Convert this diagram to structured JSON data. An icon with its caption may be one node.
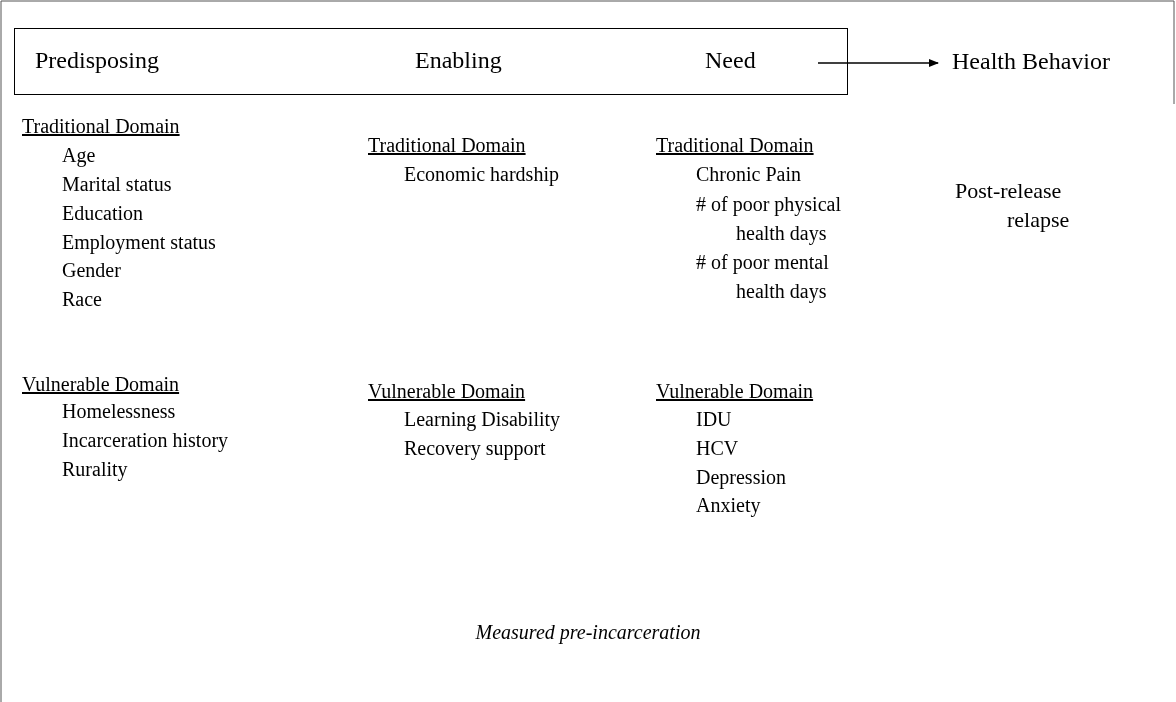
{
  "diagram": {
    "caption": "Measured pre-incarceration",
    "nodes": [
      {
        "text": [
          "Predisposing",
          "Enabling",
          "Need"
        ]
      },
      {
        "text": [
          "Health Behavior"
        ]
      }
    ],
    "edges": [
      {
        "from": 0,
        "to": 1,
        "arrow": "to"
      }
    ],
    "labels": [
      "Traditional Domain",
      "Age",
      "Marital status",
      "Education",
      "Employment status",
      "Gender",
      "Race",
      "Traditional Domain",
      "Economic hardship",
      "Traditional Domain",
      "Chronic Pain",
      "# of poor physical health days",
      "# of poor mental health days",
      "Post-release relapse",
      "Vulnerable Domain",
      "Homelessness",
      "Incarceration history",
      "Rurality",
      "Vulnerable Domain",
      "Learning Disability",
      "Recovery support",
      "Vulnerable Domain",
      "IDU",
      "HCV",
      "Depression",
      "Anxiety"
    ]
  }
}
